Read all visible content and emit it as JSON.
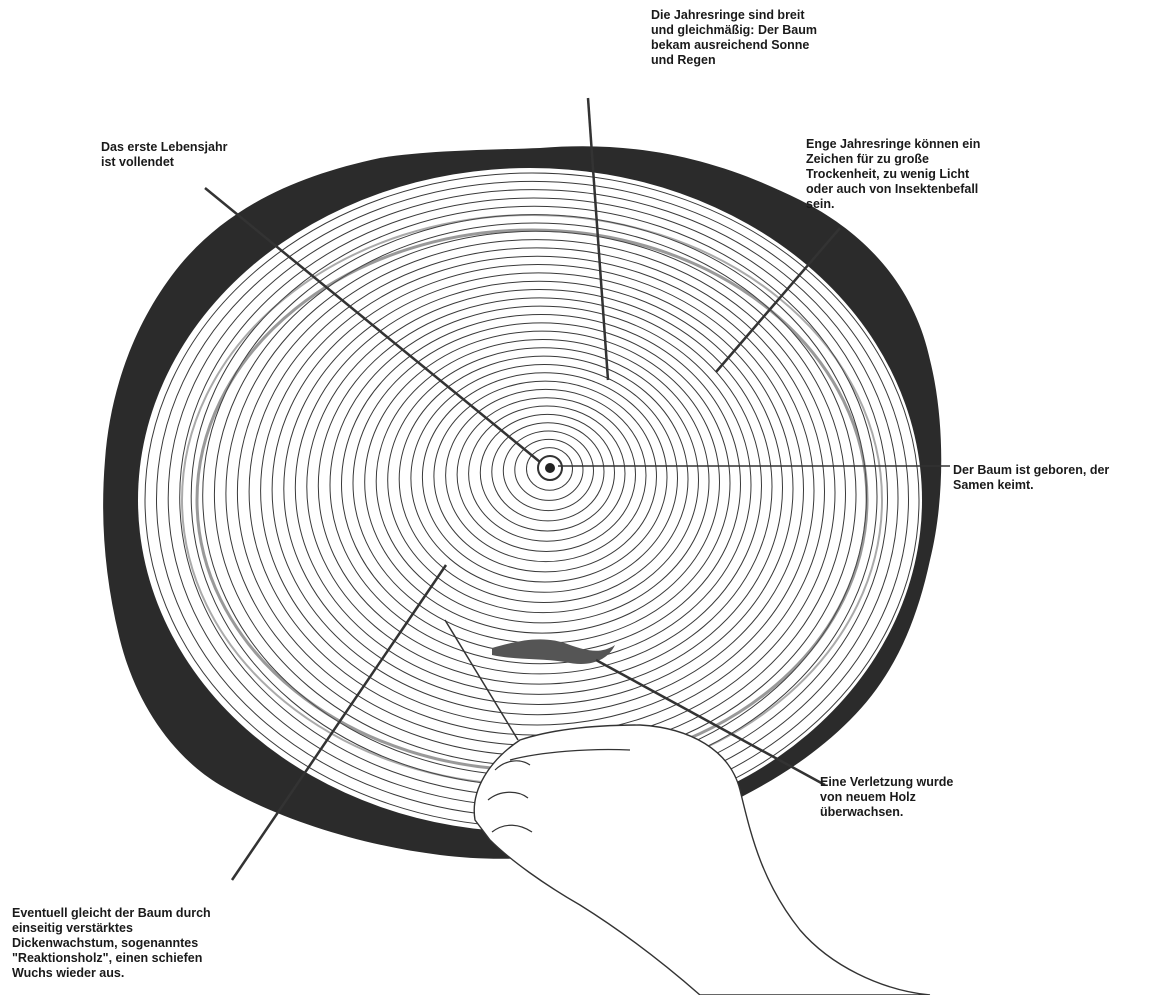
{
  "labels": {
    "rings_wide": "Die Jahresringe sind breit\nund gleichmäßig: Der Baum\nbekam ausreichend Sonne\nund Regen",
    "first_year": "Das erste Lebensjahr\nist vollendet",
    "narrow_rings": "Enge Jahresringe können ein\nZeichen für zu große\nTrockenheit, zu wenig Licht\noder auch von Insektenbefall\nsein.",
    "tree_born": "Der Baum ist geboren, der\nSamen keimt.",
    "injury": "Eine Verletzung wurde\nvon neuem Holz\nüberwachsen.",
    "reaction_wood": "Eventuell gleicht der Baum durch\neinseitig verstärktes\nDickenwachstum, sogenanntes\n\"Reaktionsholz\", einen schiefen\nWuchs wieder aus."
  },
  "colors": {
    "bark": "#2b2b2b",
    "wood": "#ffffff",
    "ring_line": "#3a3a3a",
    "pointer": "#333333",
    "text": "#1a1a1a"
  }
}
